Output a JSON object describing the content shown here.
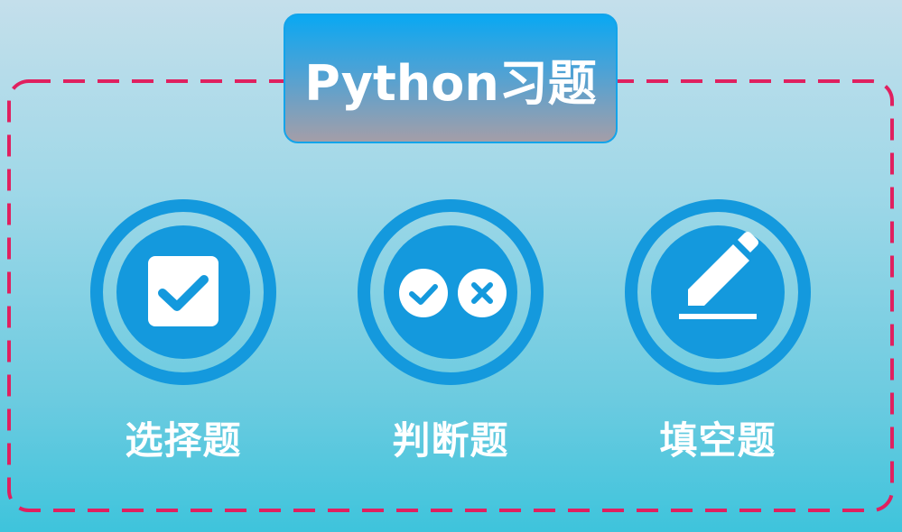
{
  "title": "Python习题",
  "options": [
    {
      "label": "选择题",
      "icon": "checkbox-icon"
    },
    {
      "label": "判断题",
      "icon": "true-false-icon"
    },
    {
      "label": "填空题",
      "icon": "pencil-icon"
    }
  ],
  "colors": {
    "accent": "#1499dd",
    "border": "#e0205f"
  }
}
